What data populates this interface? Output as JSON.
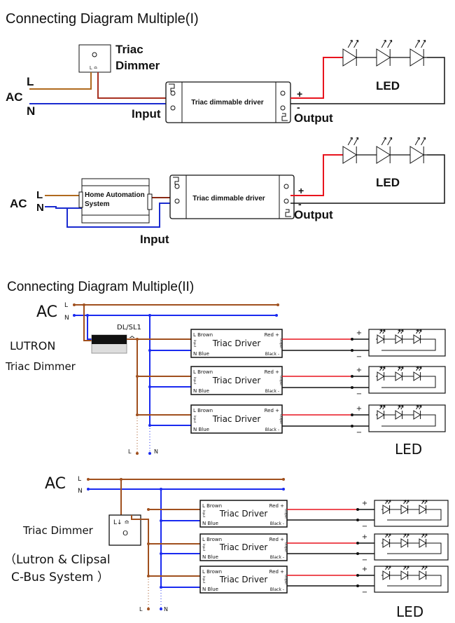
{
  "section1": {
    "title": "Connecting Diagram Multiple(I)",
    "diagram_a": {
      "dimmer_label_1": "Triac",
      "dimmer_label_2": "Dimmer",
      "dimmer_terminals": "L ≏",
      "ac": "AC",
      "l": "L",
      "n": "N",
      "driver": "Triac dimmable driver",
      "input": "Input",
      "output": "Output",
      "plus": "+",
      "minus": "-",
      "led": "LED"
    },
    "diagram_b": {
      "ac": "AC",
      "l": "L",
      "n": "N",
      "automation_1": "Home Automation",
      "automation_2": "System",
      "driver": "Triac dimmable driver",
      "input": "Input",
      "output": "Output",
      "plus": "+",
      "minus": "-",
      "led": "LED"
    }
  },
  "section2": {
    "title": "Connecting Diagram Multiple(II)",
    "diagram_c": {
      "ac": "AC",
      "l": "L",
      "n": "N",
      "dimmer_model": "DL/SL1",
      "brand": "LUTRON",
      "dimmer": "Triac Dimmer",
      "bottom_l": "L",
      "bottom_n": "N",
      "led": "LED"
    },
    "diagram_d": {
      "ac": "AC",
      "l": "L",
      "n": "N",
      "dimmer": "Triac Dimmer",
      "dimmer_terminals": "L↓ ≏",
      "dimmer_knob": "O",
      "systems_1": "（Lutron & Clipsal",
      "systems_2": "C-Bus System ）",
      "bottom_l": "L",
      "bottom_n": "N",
      "led": "LED"
    },
    "driver": {
      "title": "Triac Driver",
      "l_brown": "L Brown",
      "n_blue": "N Blue",
      "red_plus": "Red +",
      "black_minus": "Black -",
      "input": "Input",
      "output": "Output",
      "plus": "+",
      "minus": "−"
    }
  },
  "colors": {
    "brown": "#a0501e",
    "blue": "#1a2bf0",
    "red": "#e8141e",
    "black": "#111111"
  }
}
